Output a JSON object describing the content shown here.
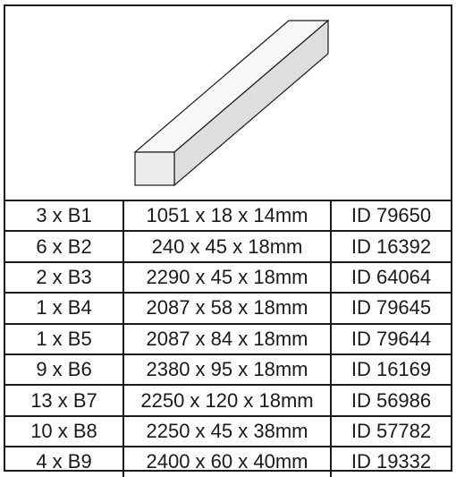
{
  "illustration": {
    "icon": "wooden-beam-3d",
    "colors": {
      "front_face": "#ececec",
      "top_face": "#f7f7f7",
      "side_face": "#dedede",
      "outline": "#1a1a1a"
    }
  },
  "parts": [
    {
      "qty": "3 x B1",
      "dims": "1051 x 18 x 14mm",
      "id": "ID 79650"
    },
    {
      "qty": "6 x B2",
      "dims": "240 x 45 x 18mm",
      "id": "ID 16392"
    },
    {
      "qty": "2 x B3",
      "dims": "2290 x 45 x 18mm",
      "id": "ID 64064"
    },
    {
      "qty": "1 x B4",
      "dims": "2087 x 58 x 18mm",
      "id": "ID 79645"
    },
    {
      "qty": "1 x B5",
      "dims": "2087 x 84 x 18mm",
      "id": "ID 79644"
    },
    {
      "qty": "9 x B6",
      "dims": "2380 x 95 x 18mm",
      "id": "ID 16169"
    },
    {
      "qty": "13 x B7",
      "dims": "2250 x 120 x 18mm",
      "id": "ID 56986"
    },
    {
      "qty": "10 x B8",
      "dims": "2250 x 45 x 38mm",
      "id": "ID 57782"
    },
    {
      "qty": "4 x B9",
      "dims": "2400 x 60 x 40mm",
      "id": "ID 19332"
    }
  ]
}
